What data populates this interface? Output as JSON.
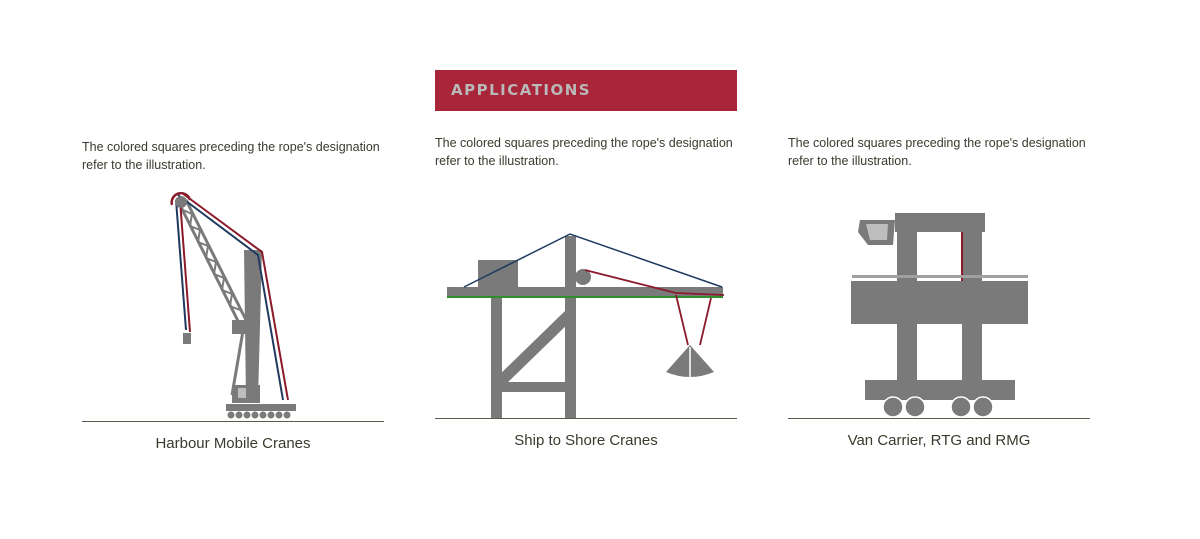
{
  "header": {
    "title": "APPLICATIONS"
  },
  "colors": {
    "accent": "#a8253a",
    "crane_gray": "#7a7a7a",
    "rope_red": "#8b1a2b",
    "rope_blue": "#1f3a5f",
    "rope_green": "#2f8f2f"
  },
  "panels": [
    {
      "description": "The colored squares preceding the rope's designation refer to the illustration.",
      "caption": "Harbour Mobile Cranes"
    },
    {
      "description": "The colored squares preceding the rope's designation refer to the illustration.",
      "caption": "Ship to Shore Cranes"
    },
    {
      "description": "The colored squares preceding the rope's designation refer to the illustration.",
      "caption": "Van Carrier, RTG and RMG"
    }
  ]
}
